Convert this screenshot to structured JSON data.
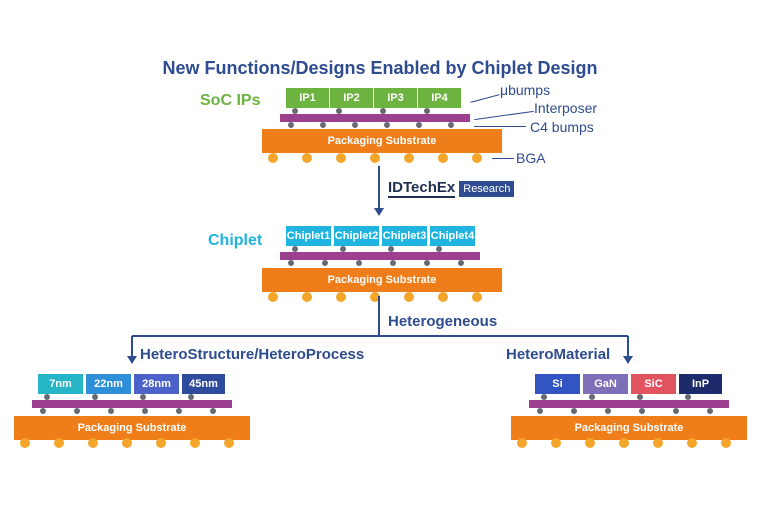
{
  "title": "New Functions/Designs Enabled by Chiplet Design",
  "soc": {
    "label": "SoC IPs",
    "chips": [
      "IP1",
      "IP2",
      "IP3",
      "IP4"
    ],
    "substrate_label": "Packaging Substrate",
    "callouts": [
      "μbumps",
      "Interposer",
      "C4 bumps",
      "BGA"
    ]
  },
  "logo": {
    "name": "IDTechEx",
    "tag": "Research"
  },
  "chiplet": {
    "label": "Chiplet",
    "chips": [
      "Chiplet1",
      "Chiplet2",
      "Chiplet3",
      "Chiplet4"
    ],
    "substrate_label": "Packaging Substrate"
  },
  "hetero": {
    "label": "Heterogeneous",
    "left_label": "HeteroStructure/HeteroProcess",
    "right_label": "HeteroMaterial",
    "process_chips": [
      "7nm",
      "22nm",
      "28nm",
      "45nm"
    ],
    "material_chips": [
      "Si",
      "GaN",
      "SiC",
      "InP"
    ],
    "substrate_label": "Packaging Substrate"
  },
  "colors": {
    "title": "#2e4c8f",
    "soc_green": "#6cb33f",
    "chiplet_cyan": "#1fb4e0",
    "interposer": "#9c3f8e",
    "substrate": "#ef7d1a",
    "bga": "#f4a62a",
    "process": [
      "#26b5c4",
      "#2d8fd8",
      "#4d62c8",
      "#2f4b9d"
    ],
    "material": [
      "#3355c4",
      "#7d6fb8",
      "#e0535f",
      "#1d2b6b"
    ]
  }
}
